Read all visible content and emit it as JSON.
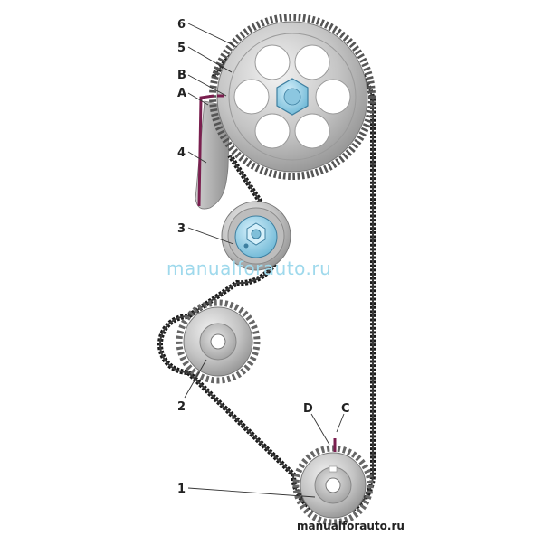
{
  "diagram": {
    "callouts": [
      {
        "id": "6",
        "text": "6"
      },
      {
        "id": "5",
        "text": "5"
      },
      {
        "id": "B",
        "text": "B"
      },
      {
        "id": "A",
        "text": "A"
      },
      {
        "id": "4",
        "text": "4"
      },
      {
        "id": "3",
        "text": "3"
      },
      {
        "id": "2",
        "text": "2"
      },
      {
        "id": "D",
        "text": "D"
      },
      {
        "id": "C",
        "text": "C"
      },
      {
        "id": "1",
        "text": "1"
      }
    ],
    "watermark": "manualforauto.ru",
    "footer_watermark": "manualforauto.ru"
  },
  "colors": {
    "belt": "#1a1a1a",
    "pulley_silver": "#c8c8c8",
    "tensioner_blue": "#9fd3e8",
    "timing_mark": "#7a1f4f",
    "watermark": "#9fd9ec"
  }
}
